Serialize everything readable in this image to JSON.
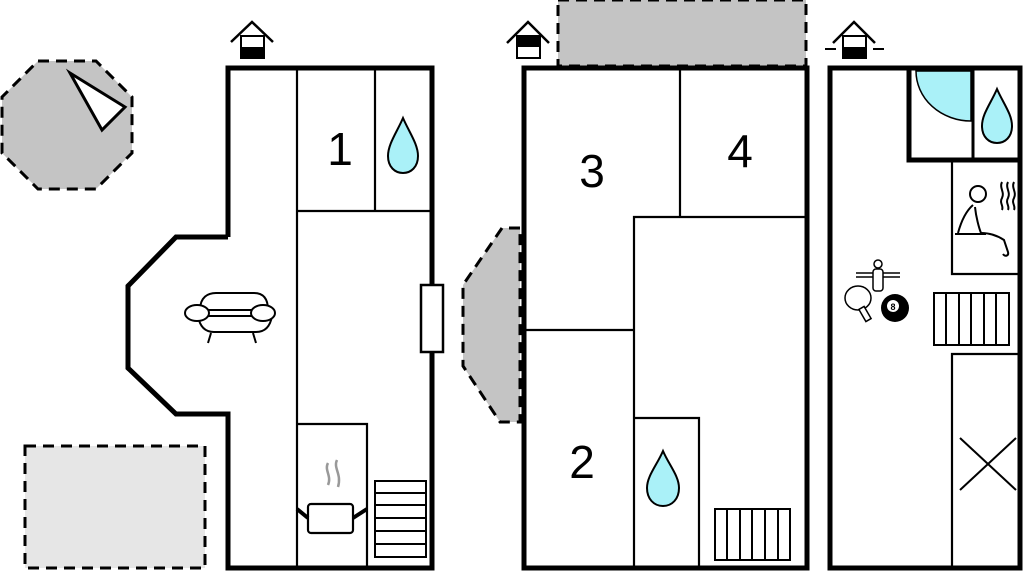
{
  "colors": {
    "wall": "#000000",
    "background": "#ffffff",
    "terrace": "#c4c4c4",
    "patio": "#e6e6e6",
    "water": "#aaf1f8"
  },
  "floors": [
    {
      "name": "Floor 1",
      "level_icon": "house-level-ground-icon",
      "rooms": [
        {
          "label": "1",
          "type": "bedroom"
        },
        {
          "type": "bathroom",
          "icon": "water-drop-icon"
        },
        {
          "type": "living-room",
          "icon": "sofa-icon"
        },
        {
          "type": "kitchen",
          "icon": "cooking-pot-icon"
        },
        {
          "type": "stairs",
          "icon": "stairs-icon"
        }
      ],
      "features": [
        "window-icon",
        "octagonal-terrace",
        "patio"
      ]
    },
    {
      "name": "Floor 2",
      "level_icon": "house-level-upper-icon",
      "rooms": [
        {
          "label": "3",
          "type": "bedroom"
        },
        {
          "label": "4",
          "type": "bedroom"
        },
        {
          "label": "2",
          "type": "bedroom"
        },
        {
          "type": "bathroom",
          "icon": "water-drop-icon"
        },
        {
          "type": "stairs",
          "icon": "stairs-icon"
        }
      ],
      "features": [
        "balcony-top",
        "balcony-side"
      ]
    },
    {
      "name": "Basement",
      "level_icon": "house-level-basement-icon",
      "rooms": [
        {
          "type": "shower",
          "icon": "shower-icon"
        },
        {
          "type": "bathroom",
          "icon": "water-drop-icon"
        },
        {
          "type": "sauna",
          "icon": "sauna-icon"
        },
        {
          "type": "game-room",
          "icon": "games-icon",
          "ball_number": "8"
        },
        {
          "type": "stairs",
          "icon": "stairs-icon"
        },
        {
          "type": "storage",
          "icon": "cross-icon"
        }
      ]
    }
  ],
  "compass": {
    "icon": "north-arrow-icon"
  }
}
